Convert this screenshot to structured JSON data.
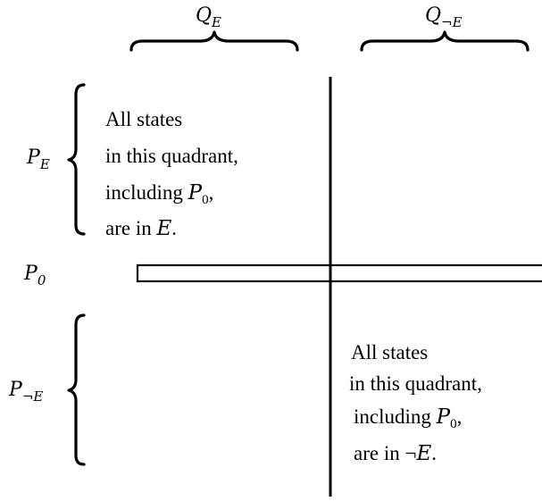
{
  "labels": {
    "q_e": {
      "main": "Q",
      "sub": "E"
    },
    "q_not_e": {
      "main": "Q",
      "sub": "¬E"
    },
    "p_e": {
      "main": "P",
      "sub": "E"
    },
    "p_0": {
      "main": "P",
      "sub": "0"
    },
    "p_not_e": {
      "main": "P",
      "sub": "¬E"
    }
  },
  "quadrant_top_left": {
    "line1": "All states",
    "line2": "in this quadrant,",
    "line3_prefix": "including ",
    "line3_math": "P",
    "line3_sub": "0",
    "line3_suffix": ",",
    "line4_prefix": "are in ",
    "line4_math": "E",
    "line4_suffix": "."
  },
  "quadrant_bottom_right": {
    "line1": "All states",
    "line2": "in this quadrant,",
    "line3_prefix": "including ",
    "line3_math": "P",
    "line3_sub": "0",
    "line3_suffix": ",",
    "line4_prefix": "are in ",
    "line4_neg": "¬",
    "line4_math": "E",
    "line4_suffix": "."
  }
}
